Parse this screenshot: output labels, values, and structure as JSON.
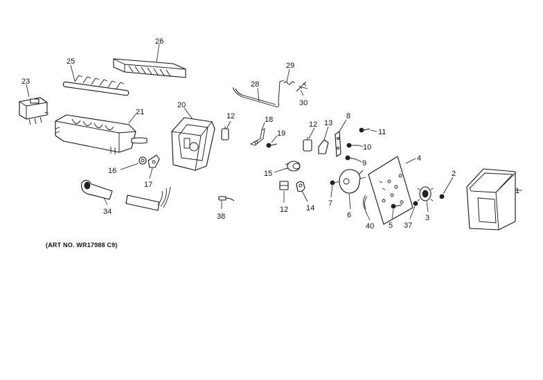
{
  "art_number_note": "(ART NO. WR17988 C9)",
  "parts": {
    "p1": {
      "number": "1",
      "icon": "cover-icon"
    },
    "p2": {
      "number": "2",
      "icon": "screw-icon"
    },
    "p3": {
      "number": "3",
      "icon": "gear-icon"
    },
    "p4": {
      "number": "4",
      "icon": "mounting-plate-icon"
    },
    "p5": {
      "number": "5",
      "icon": "screw-icon"
    },
    "p6": {
      "number": "6",
      "icon": "motor-icon"
    },
    "p7": {
      "number": "7",
      "icon": "screw-icon"
    },
    "p8": {
      "number": "8",
      "icon": "bracket-icon"
    },
    "p9": {
      "number": "9",
      "icon": "screw-icon"
    },
    "p10": {
      "number": "10",
      "icon": "screw-icon"
    },
    "p11": {
      "number": "11",
      "icon": "screw-icon"
    },
    "p12a": {
      "number": "12",
      "icon": "switch-icon"
    },
    "p12b": {
      "number": "12",
      "icon": "switch-icon"
    },
    "p12c": {
      "number": "12",
      "icon": "switch-icon"
    },
    "p13": {
      "number": "13",
      "icon": "thermostat-icon"
    },
    "p14": {
      "number": "14",
      "icon": "cam-icon"
    },
    "p15": {
      "number": "15",
      "icon": "gear-icon"
    },
    "p16": {
      "number": "16",
      "icon": "nut-icon"
    },
    "p17": {
      "number": "17",
      "icon": "clip-icon"
    },
    "p18": {
      "number": "18",
      "icon": "lever-icon"
    },
    "p19": {
      "number": "19",
      "icon": "screw-icon"
    },
    "p20": {
      "number": "20",
      "icon": "housing-icon"
    },
    "p21": {
      "number": "21",
      "icon": "ice-mold-icon"
    },
    "p23": {
      "number": "23",
      "icon": "valve-icon"
    },
    "p25": {
      "number": "25",
      "icon": "ejector-icon"
    },
    "p26": {
      "number": "26",
      "icon": "stripper-icon"
    },
    "p28": {
      "number": "28",
      "icon": "shutoff-arm-icon"
    },
    "p29": {
      "number": "29",
      "icon": "spring-icon"
    },
    "p30": {
      "number": "30",
      "icon": "screw-icon"
    },
    "p34": {
      "number": "34",
      "icon": "fill-cup-icon"
    },
    "p37": {
      "number": "37",
      "icon": "screw-icon"
    },
    "p38": {
      "number": "38",
      "icon": "connector-icon"
    },
    "p40": {
      "number": "40",
      "icon": "wire-icon"
    }
  }
}
